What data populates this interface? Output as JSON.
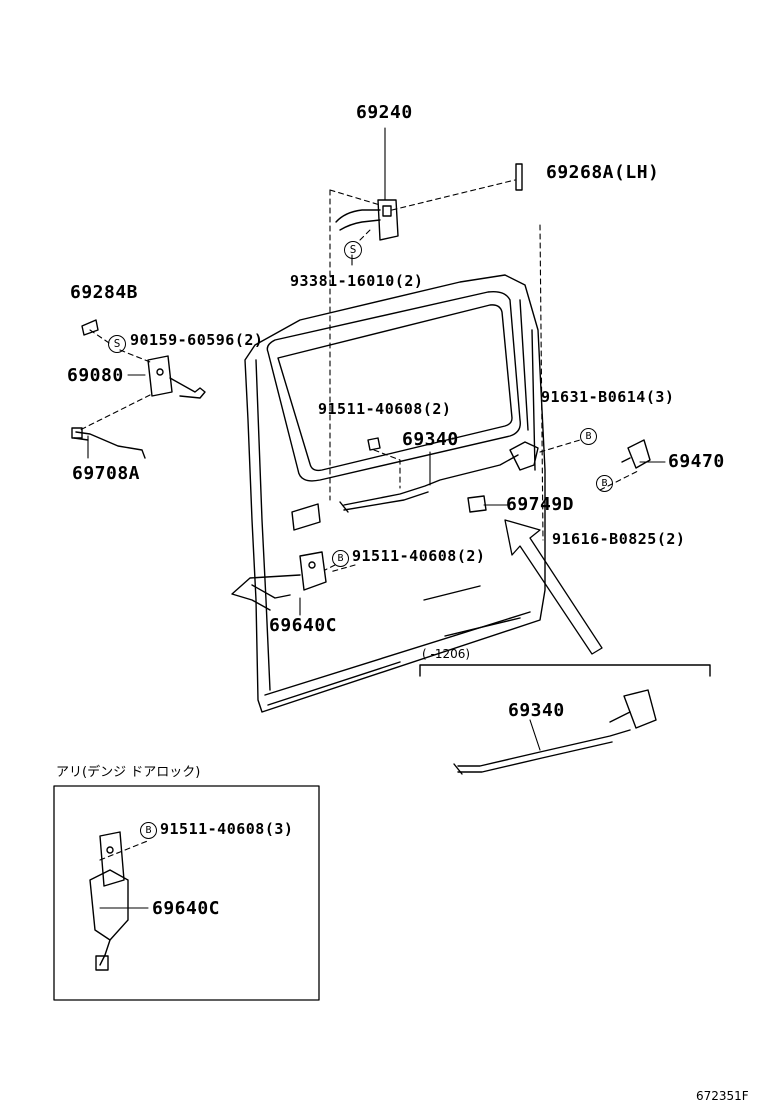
{
  "labels": {
    "p69240": "69240",
    "p69268A": "69268A(LH)",
    "p93381": "93381-16010(2)",
    "p69284B": "69284B",
    "p90159": "90159-60596(2)",
    "p69080": "69080",
    "p69708A": "69708A",
    "p91511_a": "91511-40608(2)",
    "p69340_a": "69340",
    "p91631": "91631-B0614(3)",
    "p69470": "69470",
    "p69749D": "69749D",
    "p91616": "91616-B0825(2)",
    "p91511_b": "91511-40608(2)",
    "p69640C_a": "69640C",
    "range": "( -1206)",
    "p69340_b": "69340",
    "inset_title": "アリ(デンジ ドアロック)",
    "p91511_c": "91511-40608(3)",
    "p69640C_b": "69640C",
    "figure_code": "672351F"
  },
  "markers": {
    "s": "S",
    "b": "B"
  }
}
